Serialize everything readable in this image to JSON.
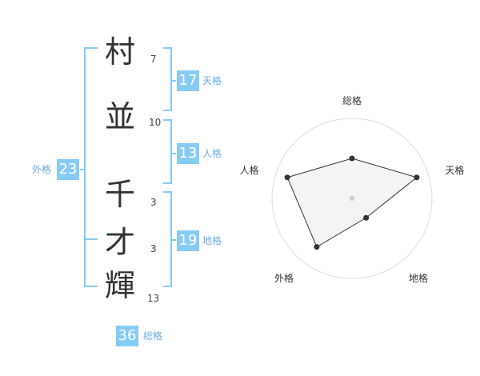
{
  "name_chars": [
    {
      "char": "村",
      "strokes": "7"
    },
    {
      "char": "並",
      "strokes": "10"
    },
    {
      "char": "千",
      "strokes": "3"
    },
    {
      "char": "才",
      "strokes": "3"
    },
    {
      "char": "輝",
      "strokes": "13"
    }
  ],
  "kaku": {
    "tenkaku": {
      "value": "17",
      "label": "天格"
    },
    "jinkaku": {
      "value": "13",
      "label": "人格"
    },
    "chikaku": {
      "value": "19",
      "label": "地格"
    },
    "gaikaku": {
      "value": "23",
      "label": "外格"
    },
    "soukaku": {
      "value": "36",
      "label": "総格"
    }
  },
  "colors": {
    "bracket": "#86cbf4",
    "badge": "#86cbf4",
    "radar_fill": "#f2f2f2",
    "radar_line": "#333333",
    "grid": "#dddddd"
  },
  "chart_data": {
    "type": "radar",
    "axes": [
      "総格",
      "天格",
      "地格",
      "外格",
      "人格"
    ],
    "values": [
      0.5,
      0.85,
      0.3,
      0.75,
      0.85
    ],
    "rings": 5
  }
}
